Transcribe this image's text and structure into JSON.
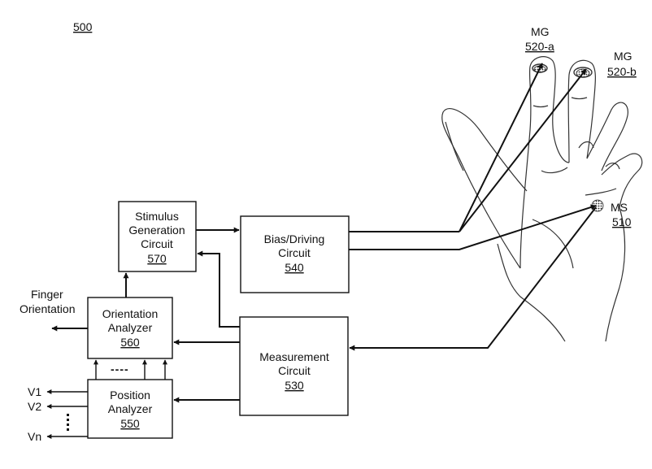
{
  "figure_number": "500",
  "blocks": {
    "stimulus": {
      "line1": "Stimulus",
      "line2": "Generation",
      "line3": "Circuit",
      "ref": "570"
    },
    "bias": {
      "line1": "Bias/Driving",
      "line2": "Circuit",
      "ref": "540"
    },
    "orientation": {
      "line1": "Orientation",
      "line2": "Analyzer",
      "ref": "560"
    },
    "position": {
      "line1": "Position",
      "line2": "Analyzer",
      "ref": "550"
    },
    "measurement": {
      "line1": "Measurement",
      "line2": "Circuit",
      "ref": "530"
    }
  },
  "finger_orientation": {
    "line1": "Finger",
    "line2": "Orientation"
  },
  "outputs": {
    "v1": "V1",
    "v2": "V2",
    "vn": "Vn"
  },
  "sensors": {
    "mg_a": {
      "label": "MG",
      "ref": "520-a"
    },
    "mg_b": {
      "label": "MG",
      "ref": "520-b"
    },
    "ms": {
      "label": "MS",
      "ref": "510"
    }
  }
}
